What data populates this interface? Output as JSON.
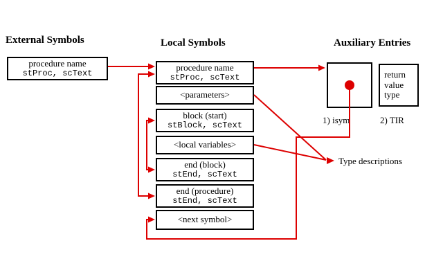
{
  "headers": {
    "external": "External Symbols",
    "local": "Local Symbols",
    "auxiliary": "Auxiliary Entries"
  },
  "external_box": {
    "line1": "procedure name",
    "line2": "stProc, scText"
  },
  "local_boxes": [
    {
      "line1": "procedure name",
      "line2": "stProc, scText"
    },
    {
      "line1": "<parameters>"
    },
    {
      "line1": "block (start)",
      "line2": "stBlock, scText"
    },
    {
      "line1": "<local variables>"
    },
    {
      "line1": "end (block)",
      "line2": "stEnd, scText"
    },
    {
      "line1": "end (procedure)",
      "line2": "stEnd, scText"
    },
    {
      "line1": "<next symbol>"
    }
  ],
  "auxiliary": {
    "isym_caption": "1) isym",
    "tir_caption": "2) TIR",
    "return_box_lines": [
      "return",
      "value",
      "type"
    ],
    "type_descriptions_label": "Type descriptions"
  },
  "colors": {
    "arrow": "#dd0000",
    "border": "#000000",
    "background": "#ffffff"
  }
}
